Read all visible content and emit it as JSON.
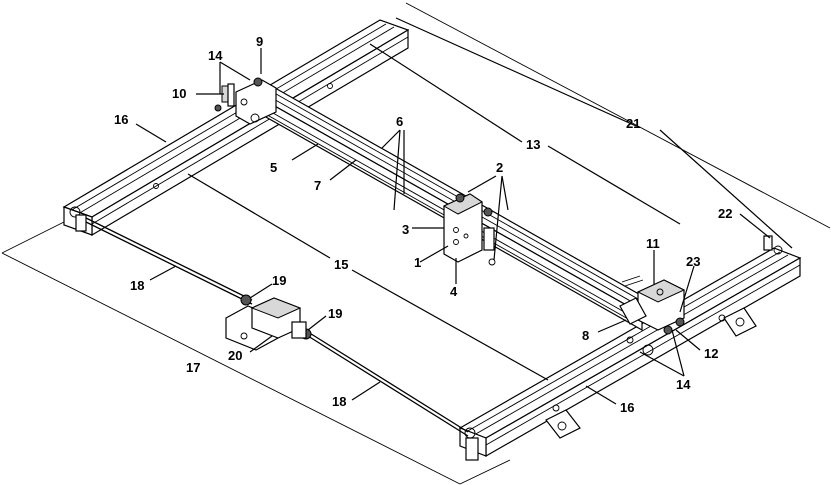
{
  "figure": {
    "labels": [
      {
        "key": "l1",
        "text": "1"
      },
      {
        "key": "l2",
        "text": "2"
      },
      {
        "key": "l3",
        "text": "3"
      },
      {
        "key": "l4",
        "text": "4"
      },
      {
        "key": "l5",
        "text": "5"
      },
      {
        "key": "l6",
        "text": "6"
      },
      {
        "key": "l7",
        "text": "7"
      },
      {
        "key": "l8",
        "text": "8"
      },
      {
        "key": "l9",
        "text": "9"
      },
      {
        "key": "l10",
        "text": "10"
      },
      {
        "key": "l11",
        "text": "11"
      },
      {
        "key": "l12",
        "text": "12"
      },
      {
        "key": "l13",
        "text": "13"
      },
      {
        "key": "l14a",
        "text": "14"
      },
      {
        "key": "l14b",
        "text": "14"
      },
      {
        "key": "l15",
        "text": "15"
      },
      {
        "key": "l16a",
        "text": "16"
      },
      {
        "key": "l16b",
        "text": "16"
      },
      {
        "key": "l17",
        "text": "17"
      },
      {
        "key": "l18a",
        "text": "18"
      },
      {
        "key": "l18b",
        "text": "18"
      },
      {
        "key": "l19a",
        "text": "19"
      },
      {
        "key": "l19b",
        "text": "19"
      },
      {
        "key": "l20",
        "text": "20"
      },
      {
        "key": "l21",
        "text": "21"
      },
      {
        "key": "l22",
        "text": "22"
      },
      {
        "key": "l23",
        "text": "23"
      }
    ]
  }
}
